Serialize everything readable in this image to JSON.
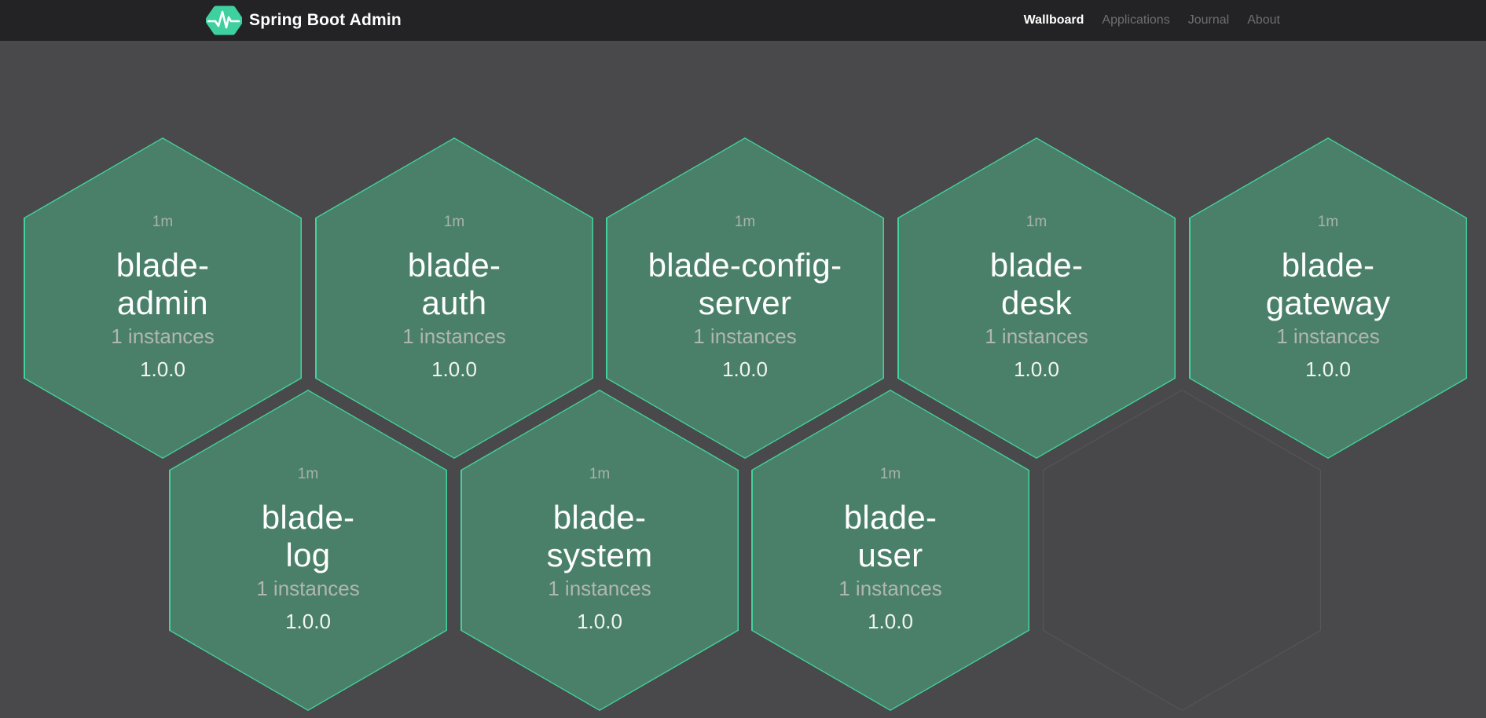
{
  "navbar": {
    "brand": "Spring Boot Admin",
    "logo_icon": "pulse-hexagon-icon",
    "links": [
      {
        "label": "Wallboard",
        "active": true
      },
      {
        "label": "Applications",
        "active": false
      },
      {
        "label": "Journal",
        "active": false
      },
      {
        "label": "About",
        "active": false
      }
    ]
  },
  "wallboard": {
    "apps": [
      {
        "name": "blade-admin",
        "name_lines": [
          "blade-",
          "admin"
        ],
        "uptime": "1m",
        "instances": "1 instances",
        "version": "1.0.0"
      },
      {
        "name": "blade-auth",
        "name_lines": [
          "blade-",
          "auth"
        ],
        "uptime": "1m",
        "instances": "1 instances",
        "version": "1.0.0"
      },
      {
        "name": "blade-config-server",
        "name_lines": [
          "blade-config-",
          "server"
        ],
        "uptime": "1m",
        "instances": "1 instances",
        "version": "1.0.0"
      },
      {
        "name": "blade-desk",
        "name_lines": [
          "blade-",
          "desk"
        ],
        "uptime": "1m",
        "instances": "1 instances",
        "version": "1.0.0"
      },
      {
        "name": "blade-gateway",
        "name_lines": [
          "blade-",
          "gateway"
        ],
        "uptime": "1m",
        "instances": "1 instances",
        "version": "1.0.0"
      },
      {
        "name": "blade-log",
        "name_lines": [
          "blade-",
          "log"
        ],
        "uptime": "1m",
        "instances": "1 instances",
        "version": "1.0.0"
      },
      {
        "name": "blade-system",
        "name_lines": [
          "blade-",
          "system"
        ],
        "uptime": "1m",
        "instances": "1 instances",
        "version": "1.0.0"
      },
      {
        "name": "blade-user",
        "name_lines": [
          "blade-",
          "user"
        ],
        "uptime": "1m",
        "instances": "1 instances",
        "version": "1.0.0"
      }
    ],
    "placeholder_slots": 1
  },
  "colors": {
    "navbar_bg": "#232325",
    "page_bg": "#49494b",
    "hex_fill": "#4a8069",
    "hex_border": "#42d39d",
    "logo_green": "#3fd0a0",
    "nav_inactive": "#6f6f6f",
    "nav_active": "#ffffff",
    "text_dim": "#a8b3ab",
    "text_bright": "#ffffff",
    "ghost_border": "#56565a",
    "ghost_fill": "#48484a"
  }
}
